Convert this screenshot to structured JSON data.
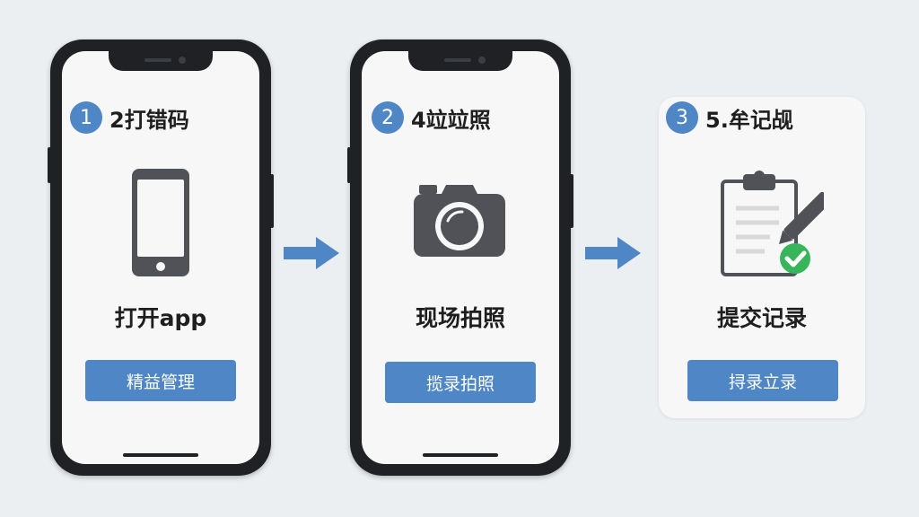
{
  "colors": {
    "accent": "#4f86c6",
    "background": "#eceff2",
    "device": "#1f2124",
    "icon": "#505258",
    "check": "#36b55a"
  },
  "steps": [
    {
      "number": "1",
      "title": "2打错码",
      "icon": "smartphone-icon",
      "caption": "打开app",
      "button": "精益管理"
    },
    {
      "number": "2",
      "title": "4竝竝照",
      "icon": "camera-icon",
      "caption": "现场拍照",
      "button": "揽录拍照"
    },
    {
      "number": "3",
      "title": "5.牟记觇",
      "icon": "clipboard-check-icon",
      "caption": "提交记录",
      "button": "挦录立录"
    }
  ],
  "connectors": [
    "arrow-right-icon",
    "arrow-right-icon"
  ]
}
